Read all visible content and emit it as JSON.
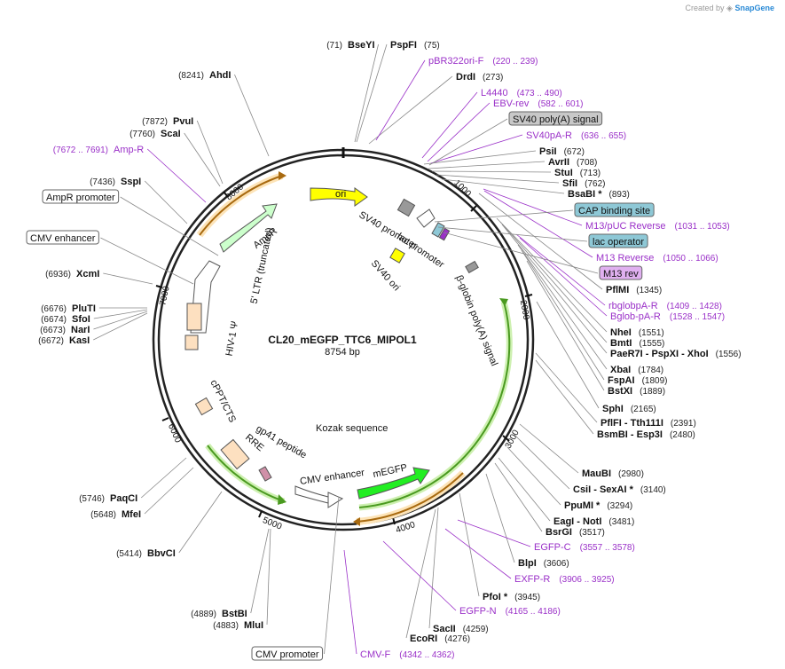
{
  "credit": {
    "prefix": "Created by",
    "brand": "SnapGene"
  },
  "plasmid": {
    "name": "CL20_mEGFP_TTC6_MIPOL1",
    "length_label": "8754 bp",
    "length": 8754
  },
  "ticks": [
    "1000",
    "2000",
    "3000",
    "4000",
    "5000",
    "6000",
    "7000",
    "8000"
  ],
  "enzymes": [
    {
      "name": "BseYI",
      "pos": "(71)"
    },
    {
      "name": "PspFI",
      "pos": "(75)"
    },
    {
      "name": "DrdI",
      "pos": "(273)"
    },
    {
      "name": "PsiI",
      "pos": "(672)"
    },
    {
      "name": "AvrII",
      "pos": "(708)"
    },
    {
      "name": "StuI",
      "pos": "(713)"
    },
    {
      "name": "SfiI",
      "pos": "(762)"
    },
    {
      "name": "BsaBI *",
      "pos": "(893)"
    },
    {
      "name": "PflMI",
      "pos": "(1345)"
    },
    {
      "name": "NheI",
      "pos": "(1551)"
    },
    {
      "name": "BmtI",
      "pos": "(1555)"
    },
    {
      "name": "PaeR7I - PspXI - XhoI",
      "pos": "(1556)"
    },
    {
      "name": "XbaI",
      "pos": "(1784)"
    },
    {
      "name": "FspAI",
      "pos": "(1809)"
    },
    {
      "name": "BstXI",
      "pos": "(1889)"
    },
    {
      "name": "SphI",
      "pos": "(2165)"
    },
    {
      "name": "PflFI - Tth111I",
      "pos": "(2391)"
    },
    {
      "name": "BsmBI - Esp3I",
      "pos": "(2480)"
    },
    {
      "name": "MauBI",
      "pos": "(2980)"
    },
    {
      "name": "CsiI - SexAI *",
      "pos": "(3140)"
    },
    {
      "name": "PpuMI *",
      "pos": "(3294)"
    },
    {
      "name": "EagI - NotI",
      "pos": "(3481)"
    },
    {
      "name": "BsrGI",
      "pos": "(3517)"
    },
    {
      "name": "BlpI",
      "pos": "(3606)"
    },
    {
      "name": "PfoI *",
      "pos": "(3945)"
    },
    {
      "name": "SacII",
      "pos": "(4259)"
    },
    {
      "name": "EcoRI",
      "pos": "(4276)"
    },
    {
      "name": "MluI",
      "pos": "(4883)"
    },
    {
      "name": "BstBI",
      "pos": "(4889)"
    },
    {
      "name": "BbvCI",
      "pos": "(5414)"
    },
    {
      "name": "MfeI",
      "pos": "(5648)"
    },
    {
      "name": "PaqCI",
      "pos": "(5746)"
    },
    {
      "name": "KasI",
      "pos": "(6672)"
    },
    {
      "name": "NarI",
      "pos": "(6673)"
    },
    {
      "name": "SfoI",
      "pos": "(6674)"
    },
    {
      "name": "PluTI",
      "pos": "(6676)"
    },
    {
      "name": "XcmI",
      "pos": "(6936)"
    },
    {
      "name": "SspI",
      "pos": "(7436)"
    },
    {
      "name": "ScaI",
      "pos": "(7760)"
    },
    {
      "name": "PvuI",
      "pos": "(7872)"
    },
    {
      "name": "AhdI",
      "pos": "(8241)"
    }
  ],
  "primers": [
    {
      "name": "pBR322ori-F",
      "pos": "(220 .. 239)"
    },
    {
      "name": "L4440",
      "pos": "(473 .. 490)"
    },
    {
      "name": "EBV-rev",
      "pos": "(582 .. 601)"
    },
    {
      "name": "SV40pA-R",
      "pos": "(636 .. 655)"
    },
    {
      "name": "M13/pUC Reverse",
      "pos": "(1031 .. 1053)"
    },
    {
      "name": "M13 Reverse",
      "pos": "(1050 .. 1066)"
    },
    {
      "name": "rbglobpA-R",
      "pos": "(1409 .. 1428)"
    },
    {
      "name": "Bglob-pA-R",
      "pos": "(1528 .. 1547)"
    },
    {
      "name": "EGFP-C",
      "pos": "(3557 .. 3578)"
    },
    {
      "name": "EXFP-R",
      "pos": "(3906 .. 3925)"
    },
    {
      "name": "EGFP-N",
      "pos": "(4165 .. 4186)"
    },
    {
      "name": "CMV-F",
      "pos": "(4342 .. 4362)"
    },
    {
      "name": "Amp-R",
      "pos": "(7672 .. 7691)"
    }
  ],
  "boxed_features": [
    {
      "name": "SV40 poly(A) signal",
      "color": "#c8c8c8"
    },
    {
      "name": "CAP binding site",
      "color": "#8ec8d6"
    },
    {
      "name": "lac operator",
      "color": "#8ec8d6"
    },
    {
      "name": "M13 rev",
      "color": "#e0b0f0"
    },
    {
      "name": "AmpR promoter",
      "color": "#ffffff"
    },
    {
      "name": "CMV enhancer",
      "color": "#ffffff"
    },
    {
      "name": "CMV promoter",
      "color": "#ffffff"
    }
  ],
  "inner_features": {
    "ori": "ori",
    "sv40_promoter": "SV40 promoter",
    "lac_promoter": "lac promoter",
    "sv40_ori": "SV40 ori",
    "bglobin": "β-globin poly(A) signal",
    "ampr": "AmpR",
    "ltr": "5' LTR (truncated)",
    "psi": "HIV-1 Ψ",
    "cppt": "cPPT/CTS",
    "rre": "RRE",
    "gp41": "gp41 peptide",
    "kozak": "Kozak sequence",
    "cmv_enh": "CMV enhancer",
    "megfp": "mEGFP"
  },
  "colors": {
    "primer": "#9a30c8",
    "ori": "#ffff00",
    "egfp": "#22ee22",
    "ampr": "#ccffcc",
    "orf": "#55aa22",
    "orange": "#f0a030"
  }
}
